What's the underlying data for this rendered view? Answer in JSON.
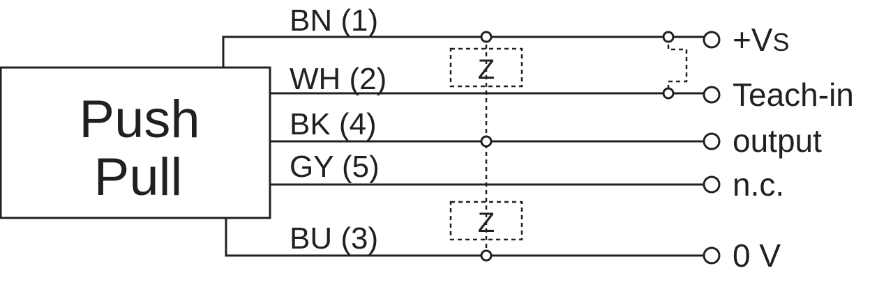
{
  "colors": {
    "line": "#231f20",
    "background": "#ffffff"
  },
  "box": {
    "line1": "Push",
    "line2": "Pull"
  },
  "wires": [
    {
      "id": "bn",
      "label": "BN (1)"
    },
    {
      "id": "wh",
      "label": "WH (2)"
    },
    {
      "id": "bk",
      "label": "BK (4)"
    },
    {
      "id": "gy",
      "label": "GY (5)"
    },
    {
      "id": "bu",
      "label": "BU (3)"
    }
  ],
  "terminals": {
    "vs_main": "+V",
    "vs_sub": "S",
    "teach": "Teach-in",
    "output": "output",
    "nc": "n.c.",
    "zero": "0 V"
  },
  "zener": {
    "top": "Z",
    "bottom": "Z"
  }
}
